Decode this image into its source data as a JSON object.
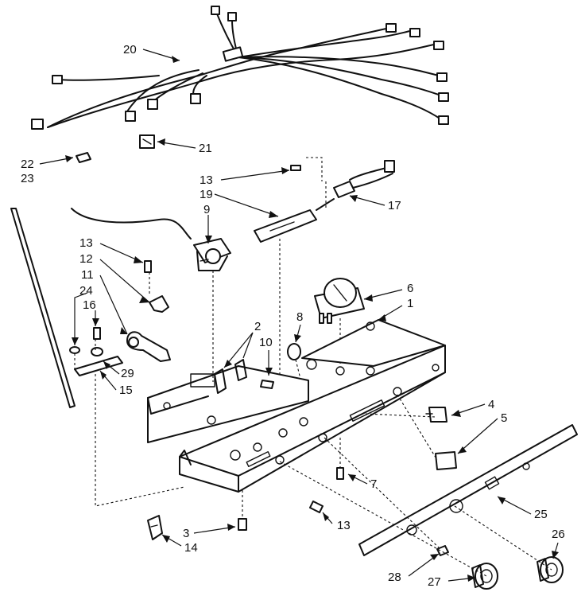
{
  "callouts": [
    {
      "id": "c20",
      "text": "20"
    },
    {
      "id": "c21",
      "text": "21"
    },
    {
      "id": "c22",
      "text": "22"
    },
    {
      "id": "c23",
      "text": "23"
    },
    {
      "id": "c13a",
      "text": "13"
    },
    {
      "id": "c19",
      "text": "19"
    },
    {
      "id": "c17",
      "text": "17"
    },
    {
      "id": "c9",
      "text": "9"
    },
    {
      "id": "c13b",
      "text": "13"
    },
    {
      "id": "c12",
      "text": "12"
    },
    {
      "id": "c11",
      "text": "11"
    },
    {
      "id": "c24",
      "text": "24"
    },
    {
      "id": "c16",
      "text": "16"
    },
    {
      "id": "c6",
      "text": "6"
    },
    {
      "id": "c1",
      "text": "1"
    },
    {
      "id": "c8",
      "text": "8"
    },
    {
      "id": "c2",
      "text": "2"
    },
    {
      "id": "c10",
      "text": "10"
    },
    {
      "id": "c29",
      "text": "29"
    },
    {
      "id": "c15",
      "text": "15"
    },
    {
      "id": "c4",
      "text": "4"
    },
    {
      "id": "c5",
      "text": "5"
    },
    {
      "id": "c7",
      "text": "7"
    },
    {
      "id": "c13c",
      "text": "13"
    },
    {
      "id": "c3",
      "text": "3"
    },
    {
      "id": "c14",
      "text": "14"
    },
    {
      "id": "c25",
      "text": "25"
    },
    {
      "id": "c26",
      "text": "26"
    },
    {
      "id": "c28",
      "text": "28"
    },
    {
      "id": "c27",
      "text": "27"
    }
  ]
}
